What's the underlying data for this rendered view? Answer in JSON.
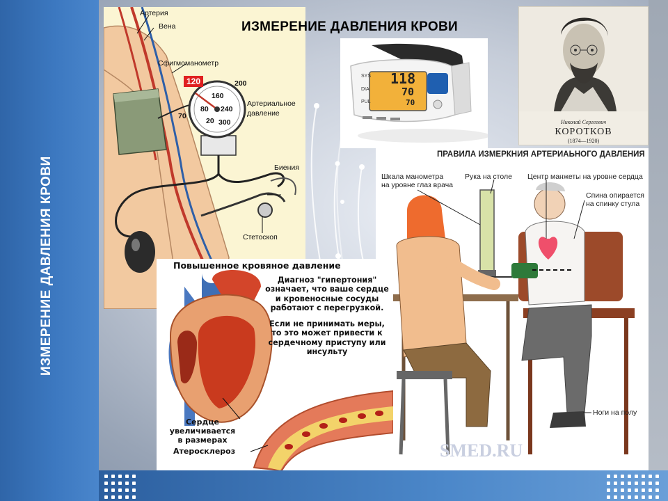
{
  "slide": {
    "vertical_title": "ИЗМЕРЕНИЕ ДАВЛЕНИЯ КРОВИ",
    "main_title": "ИЗМЕРЕНИЕ ДАВЛЕНИЯ КРОВИ",
    "colors": {
      "accent_blue": "#3c78c0",
      "panel_cream": "#fbf5d3",
      "alert_red": "#e02020"
    }
  },
  "arm_diagram": {
    "labels": {
      "artery": "Артерия",
      "vein": "Вена",
      "sphygmomanometer": "Сфигмоманометр",
      "arterial_pressure": [
        "Артериальное",
        "давление"
      ],
      "beats": "Биения",
      "stethoscope": "Стетоскоп"
    },
    "gauge": {
      "reading": "120",
      "scale": [
        "70",
        "80",
        "160",
        "200",
        "240",
        "20",
        "300"
      ]
    }
  },
  "monitor": {
    "display": {
      "sys_label": "SYS",
      "sys_value": "118",
      "dia_label": "DIA",
      "dia_value": "70",
      "pulse_label": "PUL",
      "pulse_value": "70"
    }
  },
  "portrait": {
    "signature": "Николай Сергеевич",
    "surname": "КОРОТКОВ",
    "years": "(1874—1920)"
  },
  "rules": {
    "title": "ПРАВИЛА ИЗМЕРКНИЯ АРТЕРИАЬНОГО ДАВЛЕНИЯ",
    "labels": {
      "scale_eye": [
        "Шкала манометра",
        "на уровне глаз врача"
      ],
      "arm_table": "Рука на столе",
      "cuff_heart": "Центр манжеты на уровне сердца",
      "back_chair": [
        "Спина опирается",
        "на спинку стула"
      ],
      "feet_floor": "Ноги на полу"
    },
    "watermark": "SMED.RU"
  },
  "hypertension": {
    "title": "Повышенное кровяное давление",
    "paragraph1": "Диагноз \"гипертония\" означает, что ваше сердце и кровеносные сосуды работают с перегрузкой.",
    "paragraph2": "Если не принимать меры, то это может привести к сердечному приступу или инсульту",
    "caption_heart": [
      "Сердце",
      "увеличивается",
      "в размерах"
    ],
    "caption_vessel": "Атеросклероз"
  }
}
